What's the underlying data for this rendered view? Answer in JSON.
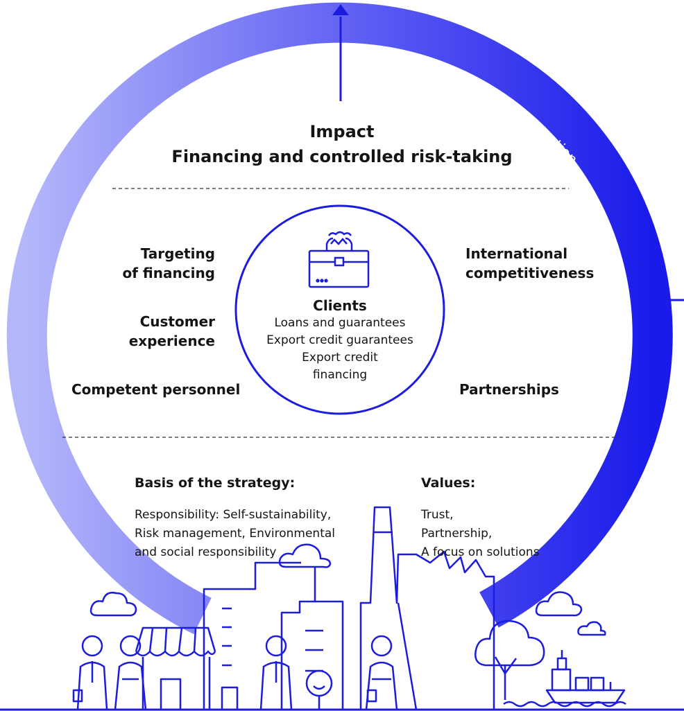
{
  "ring": {
    "label": "Digitalisation",
    "color_dark": "#1a1aea",
    "color_light": "#b4b6fa",
    "line_color": "#1c1cde"
  },
  "impact": {
    "line1": "Impact",
    "line2": "Financing and controlled risk-taking"
  },
  "left_items": [
    "Targeting\nof financing",
    "Customer\nexperience",
    "Competent personnel"
  ],
  "right_items": [
    "International\ncompetitiveness",
    "Partnerships"
  ],
  "center": {
    "title": "Clients",
    "lines": "Loans and guarantees\nExport credit guarantees\nExport credit\nfinancing",
    "icon": "briefcase-icon"
  },
  "strategy": {
    "heading": "Basis of the strategy:",
    "body": "Responsibility: Self-sustainability,\nRisk management, Environmental\nand social responsibility"
  },
  "values": {
    "heading": "Values:",
    "body": "Trust,\nPartnership,\nA focus on solutions"
  },
  "illustration_icons": [
    "person-icon",
    "shop-icon",
    "office-building-icon",
    "factory-icon",
    "tree-icon",
    "cloud-icon",
    "cargo-ship-icon"
  ]
}
